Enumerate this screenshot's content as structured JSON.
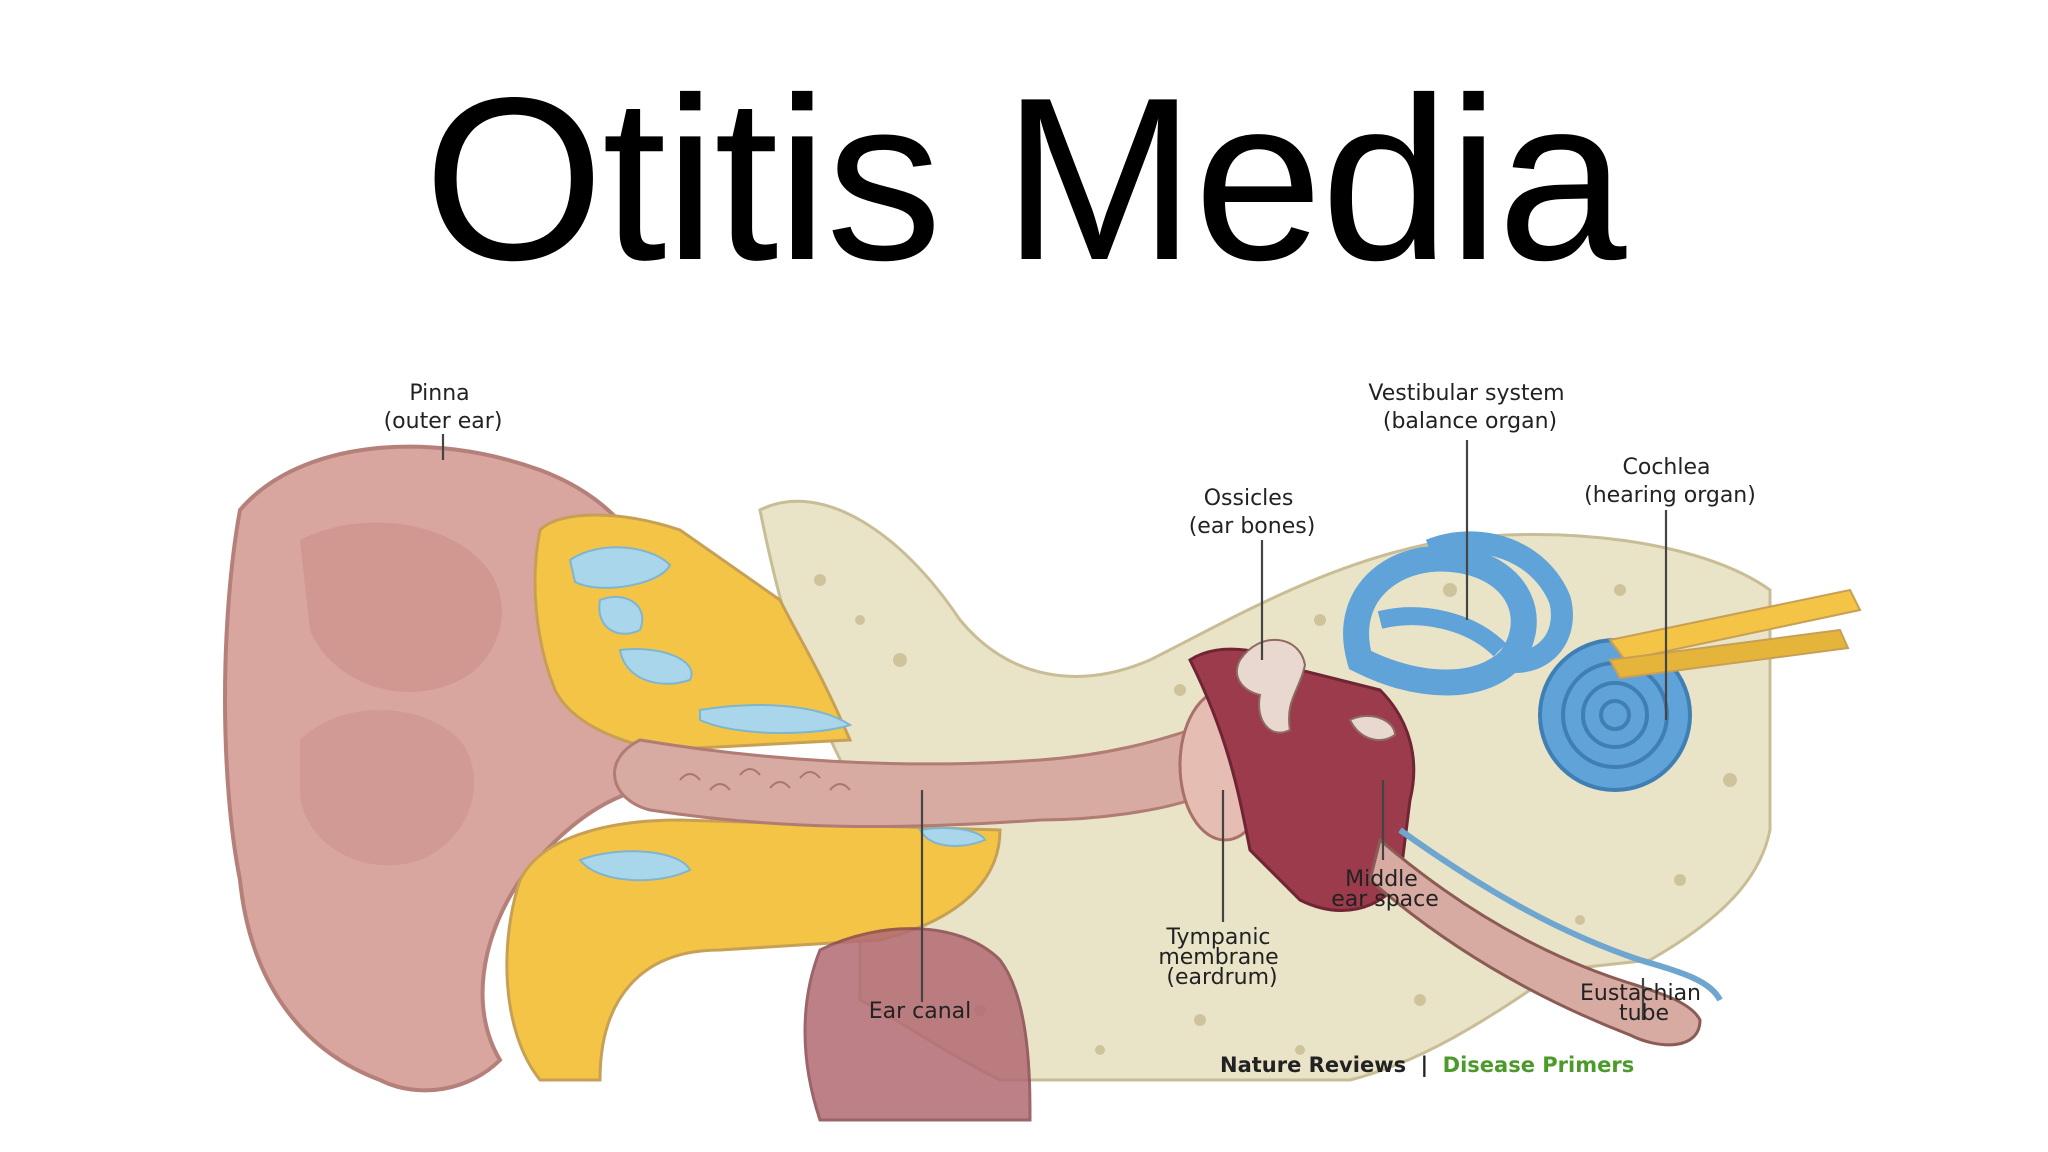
{
  "title": "Otitis Media",
  "labels": {
    "pinna": [
      "Pinna",
      "(outer ear)"
    ],
    "vestibular": [
      "Vestibular system",
      "(balance organ)"
    ],
    "cochlea": [
      "Cochlea",
      "(hearing organ)"
    ],
    "ossicles": [
      "Ossicles",
      "(ear bones)"
    ],
    "ear_canal": [
      "Ear canal"
    ],
    "middle_ear": [
      "Middle",
      "ear space"
    ],
    "tympanic": [
      "Tympanic",
      "membrane",
      "(eardrum)"
    ],
    "eustachian": [
      "Eustachian",
      "tube"
    ]
  },
  "credit": {
    "publisher": "Nature Reviews",
    "separator": "|",
    "series": "Disease Primers"
  },
  "colors": {
    "skin": "#d9a59f",
    "cartilage": "#f3c445",
    "bone": "#e9e4c8",
    "fluid": "#a9d6ea",
    "inner_ear": "#5fa3d9",
    "middle_ear": "#9b3b4b",
    "credit_green": "#4c9a2a"
  }
}
